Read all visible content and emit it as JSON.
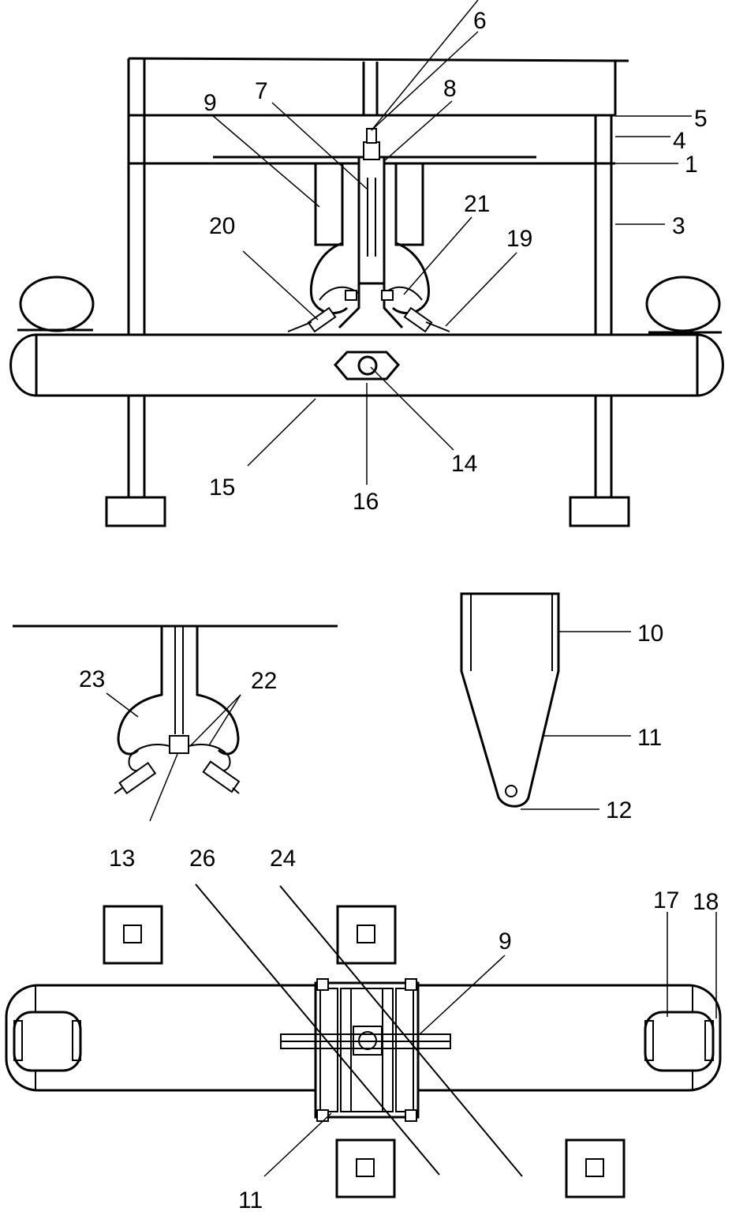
{
  "labels": {
    "l1": "1",
    "l3": "3",
    "l4": "4",
    "l5": "5",
    "l6": "6",
    "l7": "7",
    "l8": "8",
    "l9": "9",
    "l10": "10",
    "l11": "11",
    "l11b": "11",
    "l12": "12",
    "l13": "13",
    "l14": "14",
    "l15": "15",
    "l16": "16",
    "l17": "17",
    "l18": "18",
    "l19": "19",
    "l20": "20",
    "l21": "21",
    "l22": "22",
    "l23": "23",
    "l24": "24",
    "l26": "26",
    "l9b": "9"
  }
}
